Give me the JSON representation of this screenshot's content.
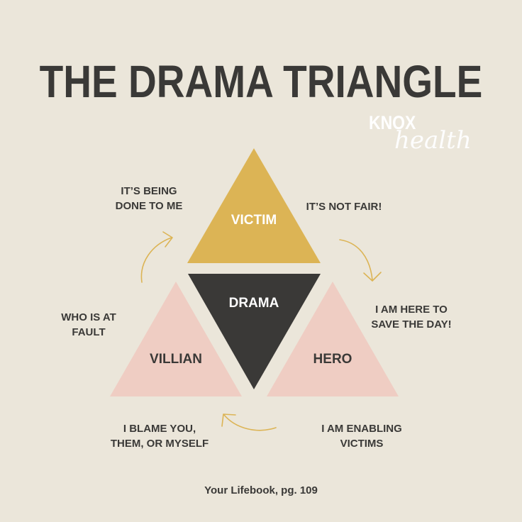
{
  "title": "THE DRAMA TRIANGLE",
  "logo": {
    "main": "KNOX",
    "script": "health"
  },
  "colors": {
    "background": "#ebe6da",
    "victim": "#dcb455",
    "drama": "#3a3937",
    "villain": "#efcdc3",
    "hero": "#efcdc3",
    "text": "#3a3937",
    "arrow": "#dcb455"
  },
  "triangles": {
    "victim": "VICTIM",
    "drama": "DRAMA",
    "villain": "VILLIAN",
    "hero": "HERO"
  },
  "captions": {
    "victim_left": "IT’S BEING\nDONE TO ME",
    "victim_right": "IT’S NOT FAIR!",
    "villain_left": "WHO IS AT\nFAULT",
    "hero_right": "I AM HERE TO\nSAVE THE DAY!",
    "villain_bottom": "I BLAME YOU,\nTHEM, OR MYSELF",
    "hero_bottom": "I AM ENABLING\nVICTIMS"
  },
  "footer": "Your Lifebook, pg. 109"
}
